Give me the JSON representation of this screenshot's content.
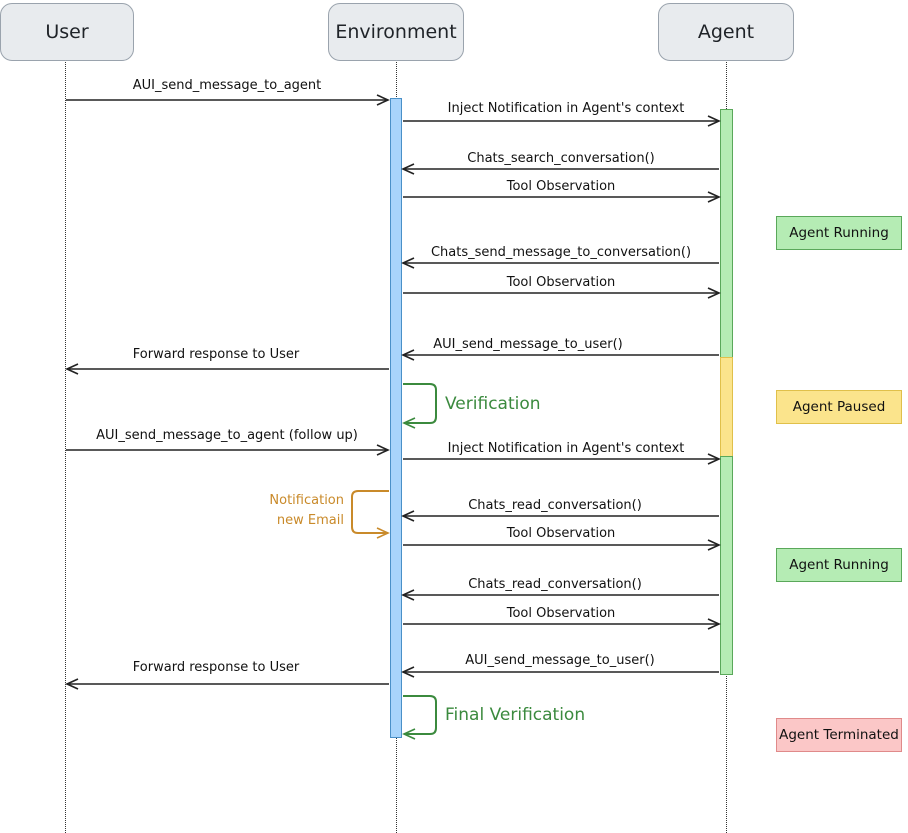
{
  "actors": {
    "user": "User",
    "environment": "Environment",
    "agent": "Agent"
  },
  "messages": [
    {
      "id": "m1",
      "label": "AUI_send_message_to_agent"
    },
    {
      "id": "m2",
      "label": "Inject Notification in Agent's context"
    },
    {
      "id": "m3",
      "label": "Chats_search_conversation()"
    },
    {
      "id": "m4",
      "label": "Tool Observation"
    },
    {
      "id": "m5",
      "label": "Chats_send_message_to_conversation()"
    },
    {
      "id": "m6",
      "label": "Tool Observation"
    },
    {
      "id": "m7",
      "label": "AUI_send_message_to_user()"
    },
    {
      "id": "m8",
      "label": "Forward response to User"
    },
    {
      "id": "m9",
      "label": "AUI_send_message_to_agent (follow up)"
    },
    {
      "id": "m10",
      "label": "Inject Notification in Agent's context"
    },
    {
      "id": "m11",
      "label": "Chats_read_conversation()"
    },
    {
      "id": "m12",
      "label": "Tool Observation"
    },
    {
      "id": "m13",
      "label": "Chats_read_conversation()"
    },
    {
      "id": "m14",
      "label": "Tool Observation"
    },
    {
      "id": "m15",
      "label": "AUI_send_message_to_user()"
    },
    {
      "id": "m16",
      "label": "Forward response to User"
    }
  ],
  "self_calls": {
    "verification": "Verification",
    "notification_line1": "Notification",
    "notification_line2": "new Email",
    "final_verification": "Final Verification"
  },
  "status": {
    "running_1": "Agent Running",
    "paused": "Agent Paused",
    "running_2": "Agent Running",
    "terminated": "Agent Terminated"
  },
  "colors": {
    "env_activation": "#a8d4fb",
    "agent_running": "#b5ecb4",
    "agent_paused": "#fbe48c",
    "agent_terminated": "#fbc7c7",
    "verification": "#3b8a3e",
    "notification": "#c98a2a"
  }
}
